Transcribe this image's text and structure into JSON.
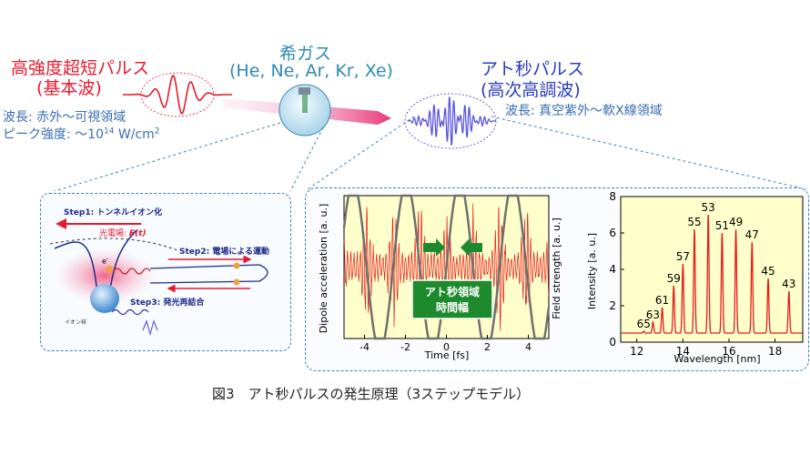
{
  "top": {
    "fundamental_title": "高強度超短パルス",
    "fundamental_sub": "(基本波)",
    "gas_title": "希ガス",
    "gas_list": "(He, Ne, Ar, Kr, Xe)",
    "atto_title": "アト秒パルス",
    "atto_sub": "(高次高調波)",
    "wavelength_left": "波長: 赤外～可視領域",
    "peak_label": "ピーク強度: ～10",
    "peak_exp": "14",
    "peak_unit": " W/cm",
    "peak_unit_exp": "2",
    "wavelength_right": "波長: 真空紫外～軟X線領域"
  },
  "left_panel": {
    "step1": "Step1: トンネルイオン化",
    "field_label": "光電場: ",
    "field_symbol": "E(t)",
    "step2": "Step2: 電場による運動",
    "step3": "Step3: 発光再結合",
    "electron": "e",
    "electron_sup": "-",
    "ion_core": "イオン核"
  },
  "time_chart": {
    "ylabel_left": "Dipole acceleration  [a. u.]",
    "ylabel_right": "Field strength  [a. u.]",
    "xlabel": "Time [fs]",
    "xticks": [
      "-4",
      "-2",
      "0",
      "2",
      "4"
    ],
    "box_line1": "アト秒領域",
    "box_line2": "時間幅",
    "colors": {
      "background": "#ffffcc",
      "signal": "#e8191c",
      "field": "#707070",
      "box": "#1e8a2e"
    }
  },
  "chart_data": {
    "type": "bar",
    "xlabel": "Wavelength [nm]",
    "ylabel": "Intensity [a. u.]",
    "xlim": [
      11.3,
      19.2
    ],
    "ylim": [
      0,
      8
    ],
    "xticks": [
      "12",
      "14",
      "16",
      "18"
    ],
    "yticks": [
      "0",
      "2",
      "4",
      "6",
      "8"
    ],
    "harmonics": [
      "65",
      "63",
      "61",
      "59",
      "57",
      "55",
      "53",
      "51",
      "49",
      "47",
      "45",
      "43"
    ],
    "x": [
      12.3,
      12.7,
      13.1,
      13.6,
      14.0,
      14.5,
      15.1,
      15.7,
      16.3,
      17.0,
      17.7,
      18.6
    ],
    "values": [
      0.6,
      1.1,
      1.9,
      3.1,
      4.3,
      6.2,
      7.0,
      6.0,
      6.2,
      5.5,
      3.5,
      2.8
    ],
    "baseline": 0.5,
    "colors": {
      "background": "#ffffcc",
      "line": "#e8191c"
    }
  },
  "caption": "図3　アト秒パルスの発生原理（3ステップモデル）"
}
